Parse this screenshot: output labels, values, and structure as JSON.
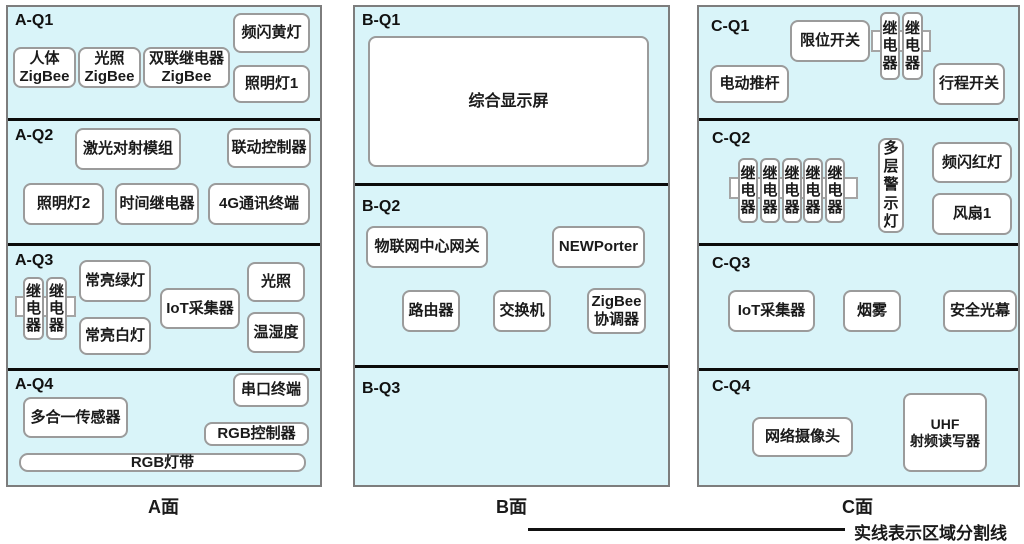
{
  "colors": {
    "panel_bg": "#d9f4f9",
    "panel_border": "#7d7d7d",
    "box_border": "#9b9b9b",
    "divider": "#0b0b0b"
  },
  "legend": {
    "label": "实线表示区域分割线"
  },
  "panels": [
    {
      "label": "A面",
      "quadrants": [
        {
          "title": "A-Q1",
          "boxes": [
            "人体\nZigBee",
            "光照\nZigBee",
            "双联继电器\nZigBee",
            "频闪黄灯",
            "照明灯1"
          ]
        },
        {
          "title": "A-Q2",
          "boxes": [
            "激光对射模组",
            "联动控制器",
            "照明灯2",
            "时间继电器",
            "4G通讯终端"
          ]
        },
        {
          "title": "A-Q3",
          "boxes": [
            "继\n电\n器",
            "继\n电\n器",
            "常亮绿灯",
            "常亮白灯",
            "IoT采集器",
            "光照",
            "温湿度"
          ]
        },
        {
          "title": "A-Q4",
          "boxes": [
            "多合一传感器",
            "串口终端",
            "RGB控制器",
            "RGB灯带"
          ]
        }
      ]
    },
    {
      "label": "B面",
      "quadrants": [
        {
          "title": "B-Q1",
          "boxes": [
            "综合显示屏"
          ]
        },
        {
          "title": "B-Q2",
          "boxes": [
            "物联网中心网关",
            "NEWPorter",
            "路由器",
            "交换机",
            "ZigBee\n协调器"
          ]
        },
        {
          "title": "B-Q3",
          "boxes": []
        }
      ]
    },
    {
      "label": "C面",
      "quadrants": [
        {
          "title": "C-Q1",
          "boxes": [
            "限位开关",
            "继\n电\n器",
            "继\n电\n器",
            "电动推杆",
            "行程开关"
          ]
        },
        {
          "title": "C-Q2",
          "boxes": [
            "继\n电\n器",
            "继\n电\n器",
            "继\n电\n器",
            "继\n电\n器",
            "继\n电\n器",
            "多\n层\n警\n示\n灯",
            "频闪红灯",
            "风扇1"
          ]
        },
        {
          "title": "C-Q3",
          "boxes": [
            "IoT采集器",
            "烟雾",
            "安全光幕"
          ]
        },
        {
          "title": "C-Q4",
          "boxes": [
            "网络摄像头",
            "UHF\n射频读写器"
          ]
        }
      ]
    }
  ]
}
